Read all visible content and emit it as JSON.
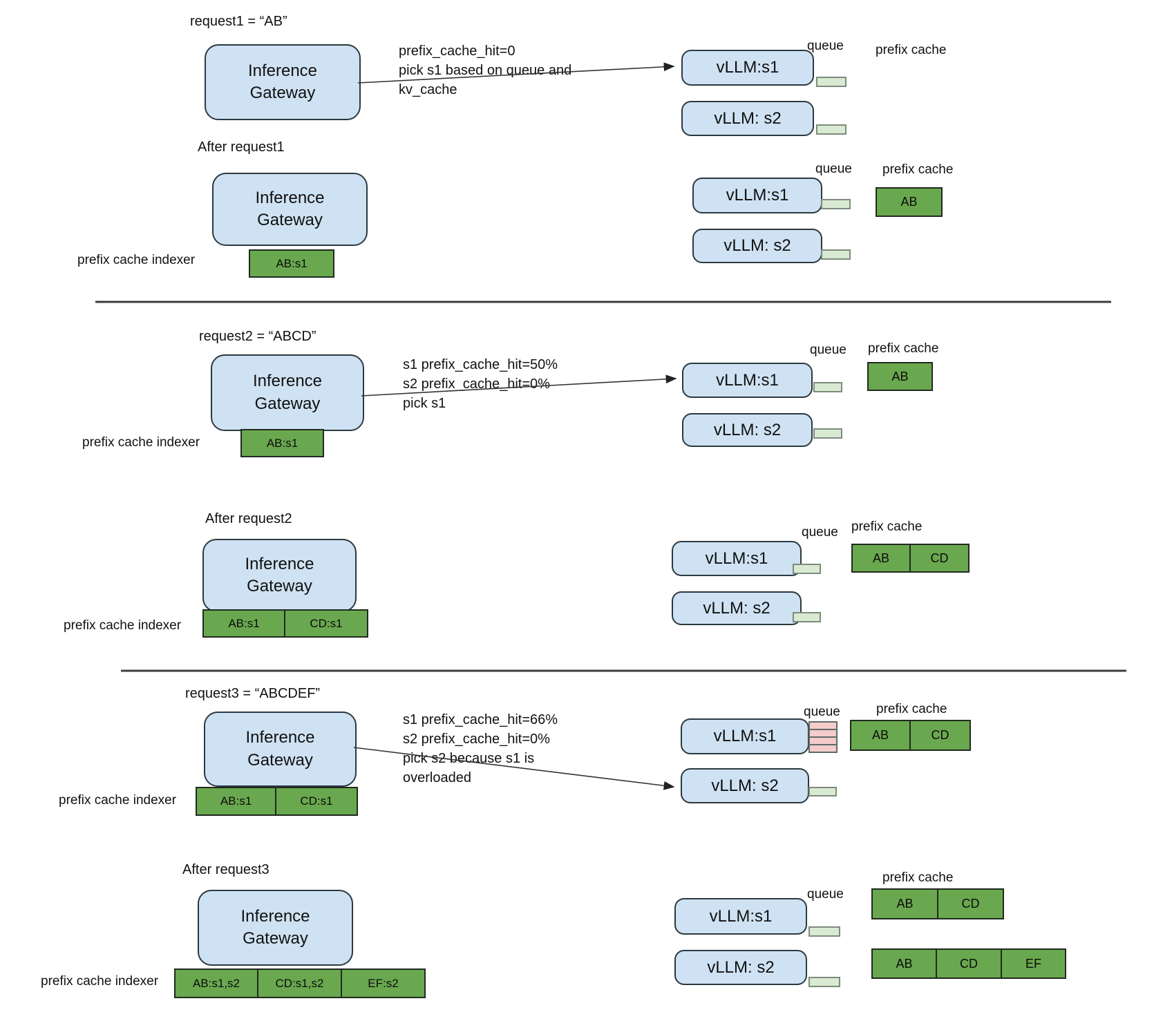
{
  "colors": {
    "node_fill": "#cfe2f3",
    "node_border": "#2b3940",
    "cache_green": "#6aa84f",
    "queue_idle_green": "#d9ead3",
    "queue_overloaded_pink": "#f4cccc"
  },
  "shared": {
    "gateway_label": "Inference Gateway",
    "queue_label": "queue",
    "prefix_cache_label": "prefix cache",
    "indexer_label": "prefix cache indexer",
    "vllm_s1": "vLLM:s1",
    "vllm_s2": "vLLM: s2"
  },
  "panels": {
    "request1": {
      "title": "request1 = “AB”",
      "annotation": [
        "prefix_cache_hit=0",
        "pick s1 based on queue and",
        "kv_cache"
      ],
      "arrow_target": "vLLM:s1"
    },
    "after_request1": {
      "title": "After request1",
      "indexer_cells": [
        "AB:s1"
      ],
      "s1_cache_cells": [
        "AB"
      ]
    },
    "request2": {
      "title": "request2 = “ABCD”",
      "annotation": [
        "s1 prefix_cache_hit=50%",
        "s2 prefix_cache_hit=0%",
        "pick s1"
      ],
      "arrow_target": "vLLM:s1",
      "indexer_cells": [
        "AB:s1"
      ],
      "s1_cache_cells": [
        "AB"
      ]
    },
    "after_request2": {
      "title": "After request2",
      "indexer_cells": [
        "AB:s1",
        "CD:s1"
      ],
      "s1_cache_cells": [
        "AB",
        "CD"
      ]
    },
    "request3": {
      "title": "request3 = “ABCDEF”",
      "annotation": [
        "s1 prefix_cache_hit=66%",
        "s2 prefix_cache_hit=0%",
        "pick s2 because s1 is",
        "overloaded"
      ],
      "arrow_target": "vLLM: s2",
      "indexer_cells": [
        "AB:s1",
        "CD:s1"
      ],
      "s1_cache_cells": [
        "AB",
        "CD"
      ],
      "s1_queue_depth": 4
    },
    "after_request3": {
      "title": "After request3",
      "indexer_cells": [
        "AB:s1,s2",
        "CD:s1,s2",
        "EF:s2"
      ],
      "s1_cache_cells": [
        "AB",
        "CD"
      ],
      "s2_cache_cells": [
        "AB",
        "CD",
        "EF"
      ]
    }
  }
}
